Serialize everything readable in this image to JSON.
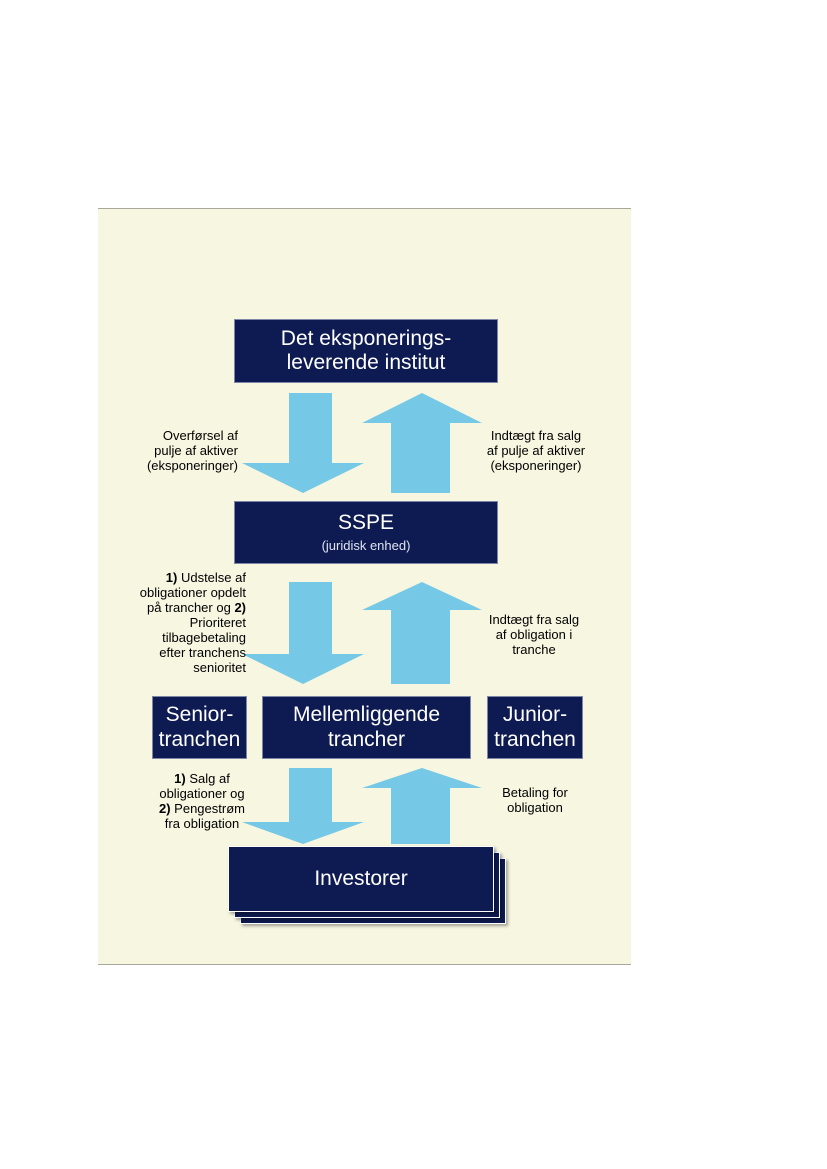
{
  "boxes": {
    "originator": "Det eksponerings-\nleverende institut",
    "sspe_title": "SSPE",
    "sspe_sub": "(juridisk enhed)",
    "senior": "Senior-\ntranchen",
    "mezzanine": "Mellemliggende\ntrancher",
    "junior": "Junior-\ntranchen",
    "investors": "Investorer"
  },
  "labels": {
    "transfer_left": "Overførsel af\npulje af aktiver\n(eksponeringer)",
    "income_right_1": "Indtægt fra salg\naf pulje af aktiver\n(eksponeringer)",
    "issue_left_n1": "1)",
    "issue_left_t1": " Udstelse af\nobligationer opdelt\npå trancher og ",
    "issue_left_n2": "2)",
    "issue_left_t2": "\nPrioriteret\ntilbagebetaling\nefter tranchens\nsenioritet",
    "income_right_2": "Indtægt fra salg\naf obligation i\ntranche",
    "sale_left_n1": "1)",
    "sale_left_t1": " Salg af\nobligationer og\n",
    "sale_left_n2": "2)",
    "sale_left_t2": " Pengestrøm\nfra obligation",
    "payment_right": "Betaling for\nobligation"
  },
  "colors": {
    "box_fill": "#0e1b52",
    "arrow_fill": "#75c8e6",
    "panel_bg": "#f7f6e1"
  }
}
